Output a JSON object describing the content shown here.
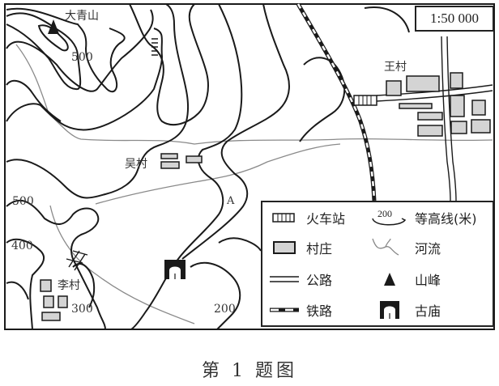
{
  "map": {
    "scale": "1:50 000",
    "labels": {
      "peak": "大青山",
      "wang_village": "王村",
      "wu_village": "吴村",
      "li_village": "李村",
      "point_a": "A"
    },
    "contour_labels": {
      "c500_top": "500",
      "c500_left": "500",
      "c400": "400",
      "c300": "300",
      "c200": "200"
    }
  },
  "legend": {
    "items": [
      {
        "symbol": "train-station-icon",
        "label": "火车站"
      },
      {
        "symbol": "contour-line-icon",
        "label": "等高线(米)",
        "sample_value": "200"
      },
      {
        "symbol": "village-icon",
        "label": "村庄"
      },
      {
        "symbol": "river-icon",
        "label": "河流"
      },
      {
        "symbol": "road-icon",
        "label": "公路"
      },
      {
        "symbol": "mountain-peak-icon",
        "label": "山峰"
      },
      {
        "symbol": "railway-icon",
        "label": "铁路"
      },
      {
        "symbol": "ancient-temple-icon",
        "label": "古庙"
      }
    ]
  },
  "caption": "第 1 题图",
  "colors": {
    "line": "#1a1a1a",
    "river": "#888888",
    "village_fill": "#d4d4d4"
  }
}
